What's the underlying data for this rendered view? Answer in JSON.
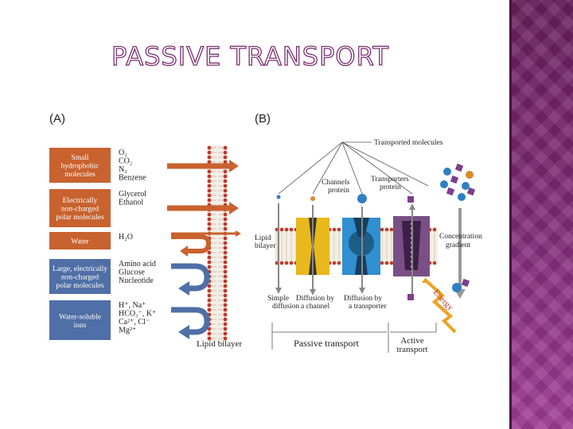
{
  "title": "PASSIVE TRANSPORT",
  "panel_a": {
    "label": "(A)",
    "bilayer_label": "Lipid bilayer",
    "rows": [
      {
        "box": [
          "Small",
          "hydrophobic",
          "molecules"
        ],
        "molecules": [
          "O₂",
          "CO₂",
          "N₂",
          "Benzene"
        ],
        "crosses": true
      },
      {
        "box": [
          "Electrically",
          "non-charged",
          "polar molecules"
        ],
        "molecules": [
          "Glycerol",
          "Ethanol"
        ],
        "crosses": true
      },
      {
        "box": [
          "Water"
        ],
        "molecules": [
          "H₂O"
        ],
        "crosses": "partial"
      },
      {
        "box": [
          "Large, electrically",
          "non-charged",
          "polar molecules"
        ],
        "molecules": [
          "Amino acid",
          "Glucose",
          "Nucleotide"
        ],
        "crosses": false
      },
      {
        "box": [
          "Water-soluble",
          "ions"
        ],
        "molecules": [
          "H⁺, Na⁺",
          "HCO₃⁻, K⁺",
          "Ca²⁺, Cl⁻",
          "Mg²⁺"
        ],
        "crosses": false
      }
    ]
  },
  "panel_b": {
    "label": "(B)",
    "transported_molecules": "Transported molecules",
    "channels_protein": [
      "Channels",
      "protein"
    ],
    "transporters_protein": [
      "Transporters",
      "protein"
    ],
    "lipid_bilayer": [
      "Lipid",
      "bilayer"
    ],
    "concentration_gradient": [
      "Concentration",
      "gradient"
    ],
    "energy": "Energy",
    "mechanisms": [
      [
        "Simple",
        "diffusion"
      ],
      [
        "Diffusion by",
        "a channel"
      ],
      [
        "Diffusion by",
        "a transporter"
      ]
    ],
    "passive_transport": "Passive transport",
    "active_transport": [
      "Active",
      "transport"
    ]
  },
  "colors": {
    "orange": "#c8622f",
    "blue": "#4f6fa6",
    "title_outline": "#7a2f73",
    "sidebar": "#8a3280"
  }
}
